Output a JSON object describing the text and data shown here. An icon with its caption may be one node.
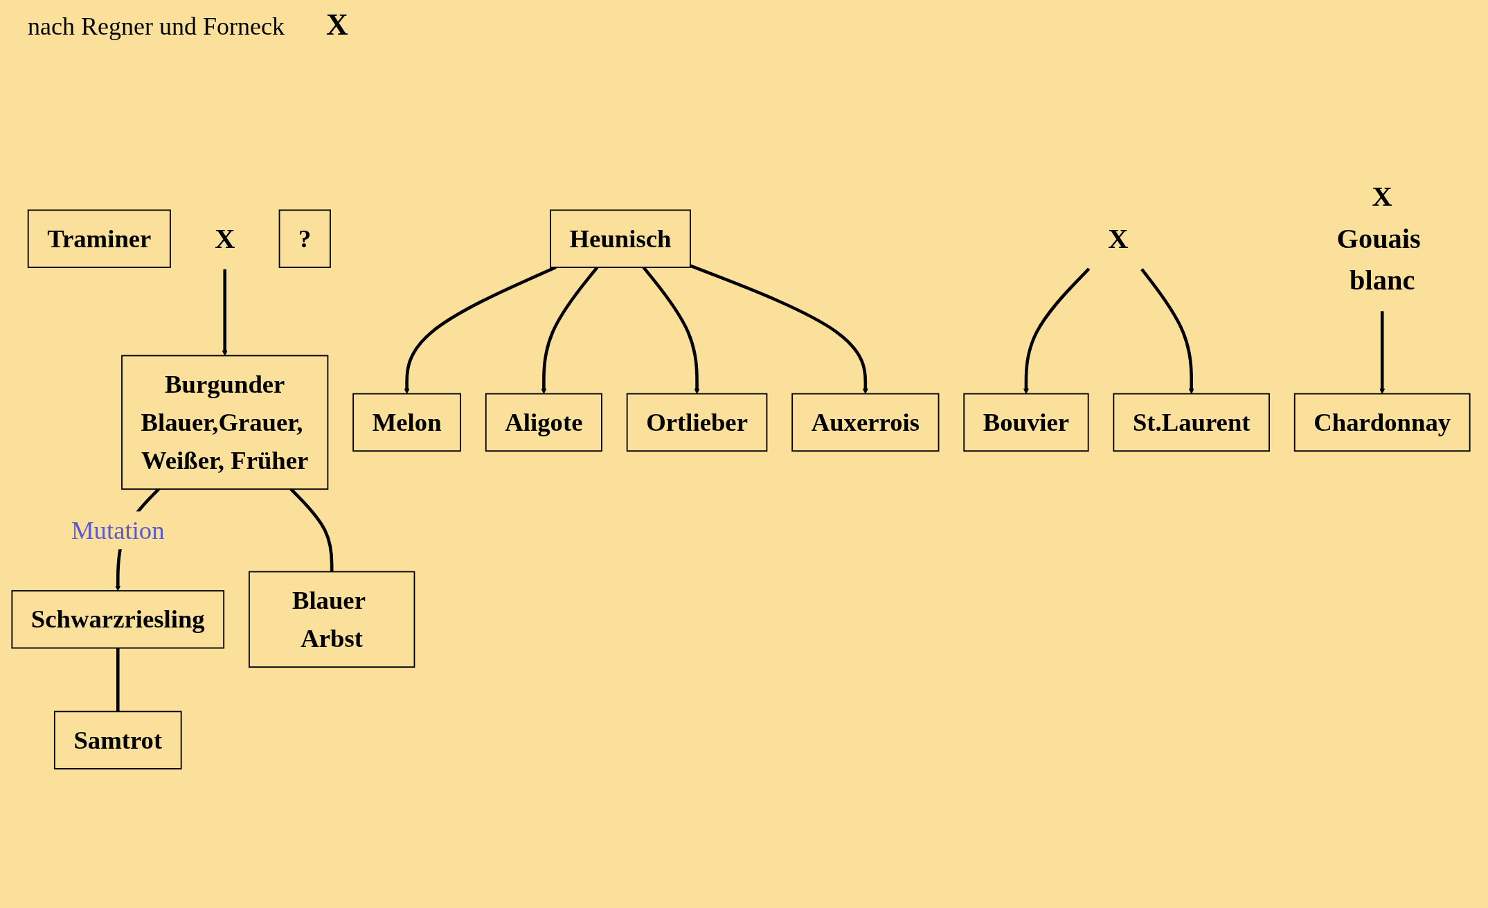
{
  "diagram": {
    "nodes": [
      {
        "text": [
          "Traminer"
        ]
      },
      {
        "text": [
          "X"
        ]
      },
      {
        "text": [
          "Schwarzriesling"
        ]
      },
      {
        "text": [
          "Samtrot"
        ]
      },
      {
        "text": [
          "Blauer Arbst"
        ]
      },
      {
        "text": [
          "?"
        ]
      },
      {
        "text": [
          "X"
        ]
      },
      {
        "text": [
          "Burgunder",
          "Blauer,Grauer, Weißer, Früher"
        ]
      },
      {
        "text": [
          "Heunisch"
        ]
      },
      {
        "text": [
          "Melon"
        ]
      },
      {
        "text": [
          "Aligote"
        ]
      },
      {
        "text": [
          "Bouvier"
        ]
      },
      {
        "text": [
          "X"
        ],
        "beside": [
          "Gouais blanc"
        ]
      },
      {
        "text": [
          "Ortlieber"
        ]
      },
      {
        "text": [
          "St.Laurent"
        ]
      },
      {
        "text": [
          "Auxerrois"
        ]
      },
      {
        "text": [
          "Chardonnay"
        ]
      }
    ],
    "edges": [
      {
        "from": 1,
        "to": 7,
        "arrow": "to"
      },
      {
        "from": 7,
        "to": 2,
        "arrow": "to",
        "label": "Mutation"
      },
      {
        "from": 2,
        "to": 3,
        "arrow": "none"
      },
      {
        "from": 7,
        "to": 4,
        "arrow": "none"
      },
      {
        "from": 6,
        "to": 11,
        "arrow": "to"
      },
      {
        "from": 6,
        "to": 14,
        "arrow": "to"
      },
      {
        "from": 12,
        "to": 16,
        "arrow": "to"
      },
      {
        "from": 8,
        "to": 9,
        "arrow": "to"
      },
      {
        "from": 8,
        "to": 10,
        "arrow": "to"
      },
      {
        "from": 8,
        "to": 13,
        "arrow": "to"
      },
      {
        "from": 8,
        "to": 15,
        "arrow": "to"
      }
    ],
    "labels": [
      "nach Regner und Forneck",
      "X"
    ]
  }
}
